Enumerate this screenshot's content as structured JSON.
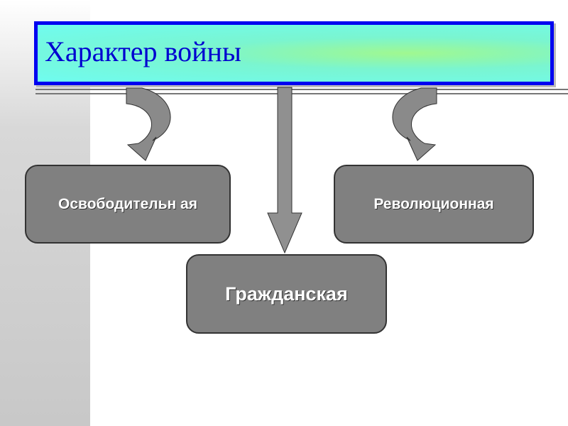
{
  "title": "Характер войны",
  "nodes": {
    "liberation": "Освободительн ая",
    "revolutionary": "Революционная",
    "civil": "Гражданская"
  },
  "colors": {
    "title_border": "#0000f0",
    "title_text": "#0000d0",
    "node_fill": "#808080"
  }
}
